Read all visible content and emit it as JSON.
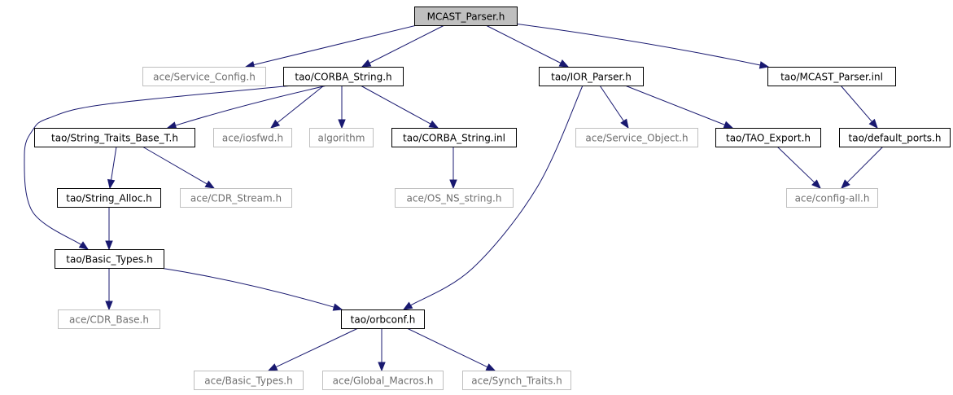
{
  "colors": {
    "edge": "#191970",
    "root_fill": "#bfbfbf",
    "documented_border": "#000000",
    "undocumented_border": "#bfbfbf",
    "undocumented_text": "#6f6f6f"
  },
  "nodes": [
    {
      "id": "mcast_parser_h",
      "label": "MCAST_Parser.h",
      "kind": "root"
    },
    {
      "id": "ace_service_config_h",
      "label": "ace/Service_Config.h",
      "kind": "nodoc"
    },
    {
      "id": "tao_corba_string_h",
      "label": "tao/CORBA_String.h",
      "kind": "doc"
    },
    {
      "id": "tao_ior_parser_h",
      "label": "tao/IOR_Parser.h",
      "kind": "doc"
    },
    {
      "id": "tao_mcast_parser_inl",
      "label": "tao/MCAST_Parser.inl",
      "kind": "doc"
    },
    {
      "id": "tao_string_traits_base_t_h",
      "label": "tao/String_Traits_Base_T.h",
      "kind": "doc"
    },
    {
      "id": "ace_iosfwd_h",
      "label": "ace/iosfwd.h",
      "kind": "nodoc"
    },
    {
      "id": "algorithm",
      "label": "algorithm",
      "kind": "nodoc"
    },
    {
      "id": "tao_corba_string_inl",
      "label": "tao/CORBA_String.inl",
      "kind": "doc"
    },
    {
      "id": "ace_service_object_h",
      "label": "ace/Service_Object.h",
      "kind": "nodoc"
    },
    {
      "id": "tao_tao_export_h",
      "label": "tao/TAO_Export.h",
      "kind": "doc"
    },
    {
      "id": "tao_default_ports_h",
      "label": "tao/default_ports.h",
      "kind": "doc"
    },
    {
      "id": "tao_string_alloc_h",
      "label": "tao/String_Alloc.h",
      "kind": "doc"
    },
    {
      "id": "ace_cdr_stream_h",
      "label": "ace/CDR_Stream.h",
      "kind": "nodoc"
    },
    {
      "id": "ace_os_ns_string_h",
      "label": "ace/OS_NS_string.h",
      "kind": "nodoc"
    },
    {
      "id": "ace_config_all_h",
      "label": "ace/config-all.h",
      "kind": "nodoc"
    },
    {
      "id": "tao_basic_types_h",
      "label": "tao/Basic_Types.h",
      "kind": "doc"
    },
    {
      "id": "ace_cdr_base_h",
      "label": "ace/CDR_Base.h",
      "kind": "nodoc"
    },
    {
      "id": "tao_orbconf_h",
      "label": "tao/orbconf.h",
      "kind": "doc"
    },
    {
      "id": "ace_basic_types_h",
      "label": "ace/Basic_Types.h",
      "kind": "nodoc"
    },
    {
      "id": "ace_global_macros_h",
      "label": "ace/Global_Macros.h",
      "kind": "nodoc"
    },
    {
      "id": "ace_synch_traits_h",
      "label": "ace/Synch_Traits.h",
      "kind": "nodoc"
    }
  ],
  "edges": [
    {
      "from": "mcast_parser_h",
      "to": "ace_service_config_h"
    },
    {
      "from": "mcast_parser_h",
      "to": "tao_corba_string_h"
    },
    {
      "from": "mcast_parser_h",
      "to": "tao_ior_parser_h"
    },
    {
      "from": "mcast_parser_h",
      "to": "tao_mcast_parser_inl"
    },
    {
      "from": "tao_corba_string_h",
      "to": "tao_string_traits_base_t_h"
    },
    {
      "from": "tao_corba_string_h",
      "to": "ace_iosfwd_h"
    },
    {
      "from": "tao_corba_string_h",
      "to": "algorithm"
    },
    {
      "from": "tao_corba_string_h",
      "to": "tao_corba_string_inl"
    },
    {
      "from": "tao_corba_string_h",
      "to": "tao_basic_types_h"
    },
    {
      "from": "tao_string_traits_base_t_h",
      "to": "tao_string_alloc_h"
    },
    {
      "from": "tao_string_traits_base_t_h",
      "to": "ace_cdr_stream_h"
    },
    {
      "from": "tao_string_alloc_h",
      "to": "tao_basic_types_h"
    },
    {
      "from": "tao_corba_string_inl",
      "to": "ace_os_ns_string_h"
    },
    {
      "from": "tao_ior_parser_h",
      "to": "ace_service_object_h"
    },
    {
      "from": "tao_ior_parser_h",
      "to": "tao_tao_export_h"
    },
    {
      "from": "tao_ior_parser_h",
      "to": "tao_orbconf_h"
    },
    {
      "from": "tao_mcast_parser_inl",
      "to": "tao_default_ports_h"
    },
    {
      "from": "tao_tao_export_h",
      "to": "ace_config_all_h"
    },
    {
      "from": "tao_default_ports_h",
      "to": "ace_config_all_h"
    },
    {
      "from": "tao_basic_types_h",
      "to": "ace_cdr_base_h"
    },
    {
      "from": "tao_basic_types_h",
      "to": "tao_orbconf_h"
    },
    {
      "from": "tao_orbconf_h",
      "to": "ace_basic_types_h"
    },
    {
      "from": "tao_orbconf_h",
      "to": "ace_global_macros_h"
    },
    {
      "from": "tao_orbconf_h",
      "to": "ace_synch_traits_h"
    }
  ]
}
